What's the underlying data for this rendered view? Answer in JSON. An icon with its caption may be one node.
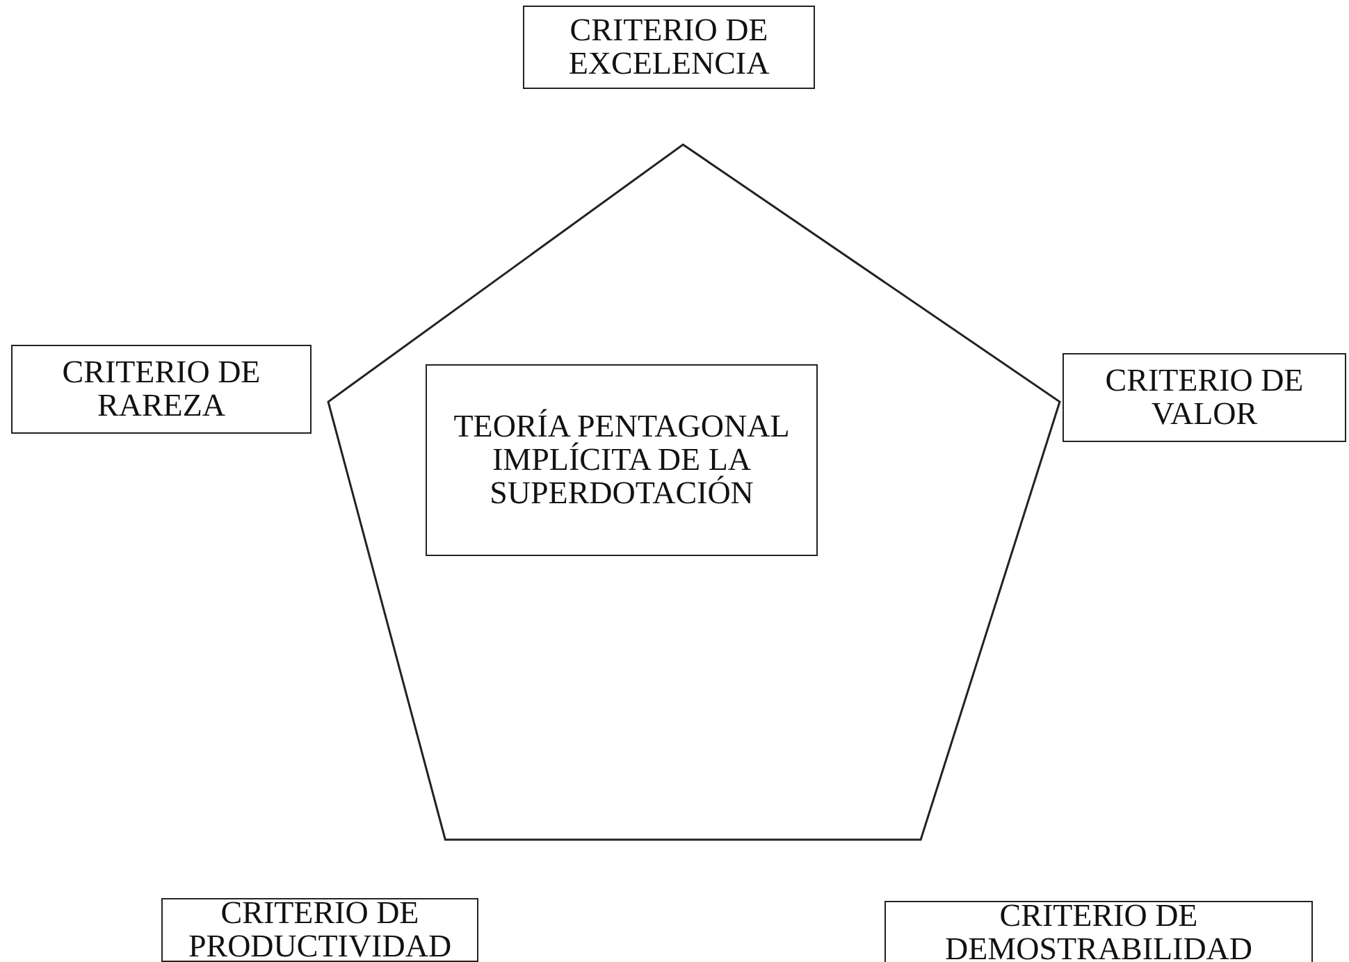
{
  "diagram": {
    "nodes": [
      {
        "text": [
          "CRITERIO DE EXCELENCIA"
        ]
      },
      {
        "text": [
          "CRITERIO DE RAREZA"
        ]
      },
      {
        "text": [
          "CRITERIO DE VALOR"
        ]
      },
      {
        "text": [],
        "shape": "pentagon"
      },
      {
        "text": [
          "TEORÍA PENTAGONAL IMPLÍCITA DE LA SUPERDOTACIÓN"
        ],
        "in": 3
      },
      {
        "text": [
          "CRITERIO DE PRODUCTIVIDAD"
        ]
      },
      {
        "text": [
          "CRITERIO DE DEMOSTRABILIDAD"
        ]
      }
    ],
    "edges": []
  }
}
